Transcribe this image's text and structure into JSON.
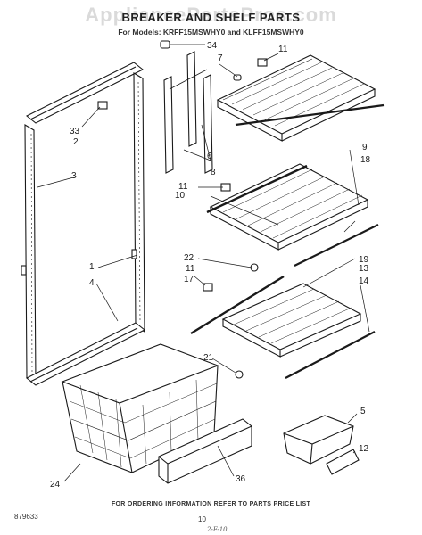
{
  "watermark": "AppliancePartsPros.com",
  "title": "BREAKER AND SHELF PARTS",
  "models": "For Models: KRFF15MSWHY0 and KLFF15MSWHY0",
  "footer": "FOR ORDERING INFORMATION REFER TO PARTS PRICE LIST",
  "page_number": "10",
  "doc_number": "879633",
  "handwritten_date": "2-F-10",
  "callouts": {
    "c34": "34",
    "c7": "7",
    "c11a": "11",
    "c33": "33",
    "c2": "2",
    "c3": "3",
    "c9": "9",
    "c18": "18",
    "c10": "10",
    "c6a": "6",
    "c8": "8",
    "c6b": "6",
    "c11b": "11",
    "c1": "1",
    "c4": "4",
    "c22": "22",
    "c11c": "11",
    "c17": "17",
    "c19": "19",
    "c13": "13",
    "c14": "14",
    "c21": "21",
    "c5": "5",
    "c12": "12",
    "c24": "24",
    "c36": "36"
  }
}
